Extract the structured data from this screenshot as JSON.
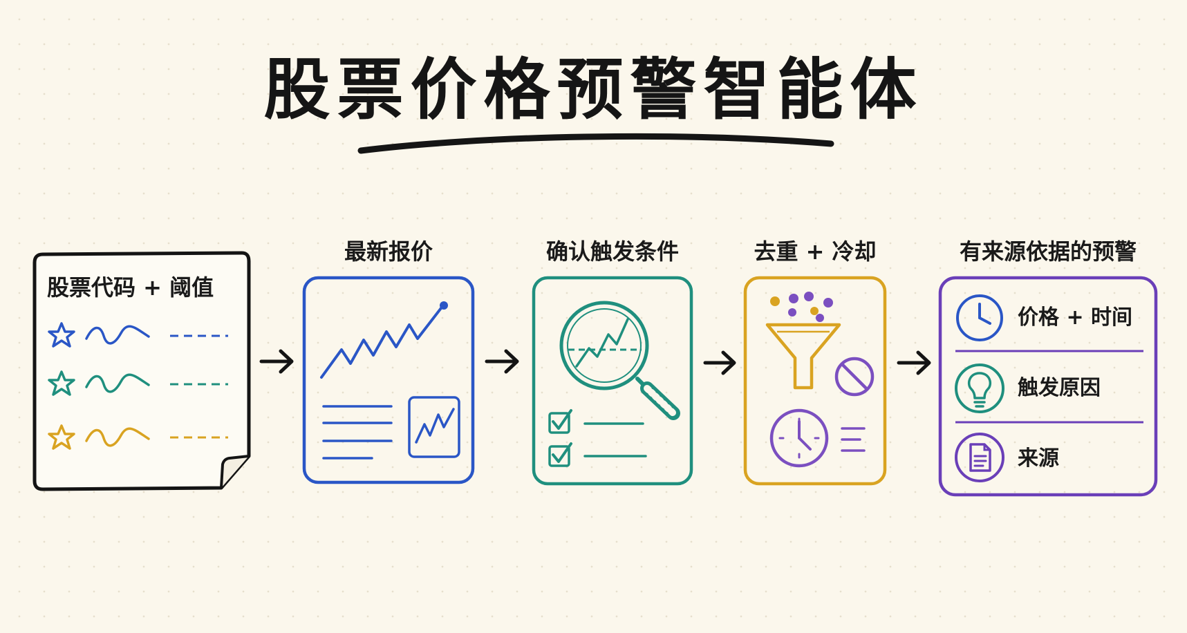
{
  "title": "股票价格预警智能体",
  "steps": [
    {
      "id": "input",
      "label": "股票代码 + 阈值",
      "color": "#1b1b1b"
    },
    {
      "id": "quote",
      "label": "最新报价",
      "color": "#2a56c6"
    },
    {
      "id": "check",
      "label": "确认触发条件",
      "color": "#1f8f7e"
    },
    {
      "id": "dedupe",
      "label": "去重 + 冷却",
      "color": "#d9a321"
    },
    {
      "id": "alert",
      "label": "有来源依据的预警",
      "color": "#6a3fb8"
    }
  ],
  "alert_items": [
    {
      "label": "价格 + 时间",
      "icon": "clock-icon"
    },
    {
      "label": "触发原因",
      "icon": "lightbulb-icon"
    },
    {
      "label": "来源",
      "icon": "document-icon"
    }
  ],
  "watchlist_colors": [
    "#2a56c6",
    "#1f8f7e",
    "#d9a321"
  ],
  "arrow_color": "#141414"
}
